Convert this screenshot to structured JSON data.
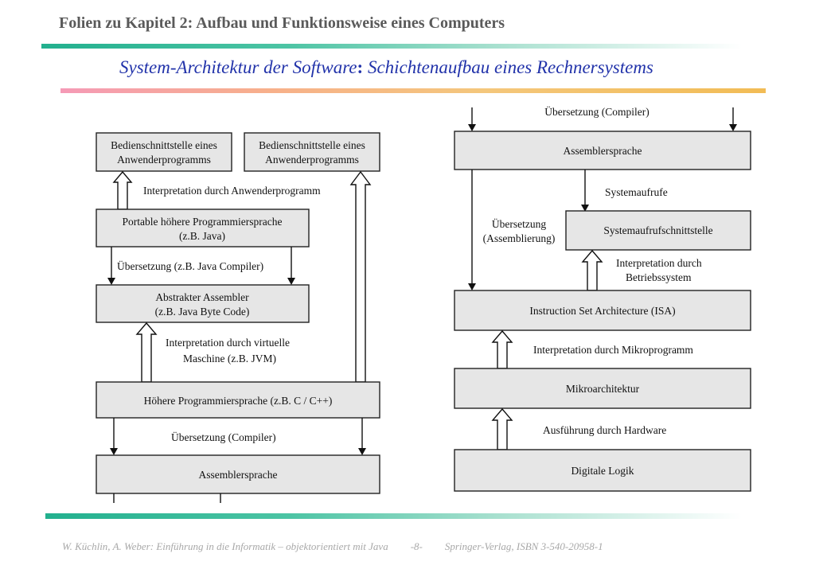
{
  "header": {
    "chapter_title": "Folien zu Kapitel 2: Aufbau und Funktionsweise eines Computers",
    "slide_title_part1": "System-Architektur der Software",
    "slide_title_colon": ":",
    "slide_title_part2": " Schichtenaufbau eines Rechnersystems"
  },
  "left_diagram": {
    "box_ui_1_line1": "Bedienschnittstelle eines",
    "box_ui_1_line2": "Anwenderprogramms",
    "box_ui_2_line1": "Bedienschnittstelle eines",
    "box_ui_2_line2": "Anwenderprogramms",
    "label_interp_app": "Interpretation durch Anwenderprogramm",
    "box_portable_line1": "Portable höhere Programmiersprache",
    "box_portable_line2": "(z.B. Java)",
    "label_java_compiler": "Übersetzung (z.B. Java Compiler)",
    "box_abstract_line1": "Abstrakter Assembler",
    "box_abstract_line2": "(z.B. Java Byte Code)",
    "label_vm_line1": "Interpretation durch virtuelle",
    "label_vm_line2": "Maschine (z.B. JVM)",
    "box_higher": "Höhere Programmiersprache (z.B. C / C++)",
    "label_compiler": "Übersetzung (Compiler)",
    "box_assembler": "Assemblersprache"
  },
  "right_diagram": {
    "label_top_compiler": "Übersetzung (Compiler)",
    "box_assembler": "Assemblersprache",
    "label_syscalls": "Systemaufrufe",
    "box_syscall_iface": "Systemaufrufschnittstelle",
    "label_assembly_line1": "Übersetzung",
    "label_assembly_line2": "(Assemblierung)",
    "label_os_line1": "Interpretation durch",
    "label_os_line2": "Betriebssystem",
    "box_isa": "Instruction Set Architecture (ISA)",
    "label_microprogram": "Interpretation durch Mikroprogramm",
    "box_micro": "Mikroarchitektur",
    "label_hardware": "Ausführung durch Hardware",
    "box_logic": "Digitale Logik"
  },
  "footer": {
    "authors": "W. Küchlin, A. Weber: Einführung in die Informatik – objektorientiert  mit Java",
    "page": "-8-",
    "publisher": "Springer-Verlag, ISBN 3-540-20958-1"
  }
}
